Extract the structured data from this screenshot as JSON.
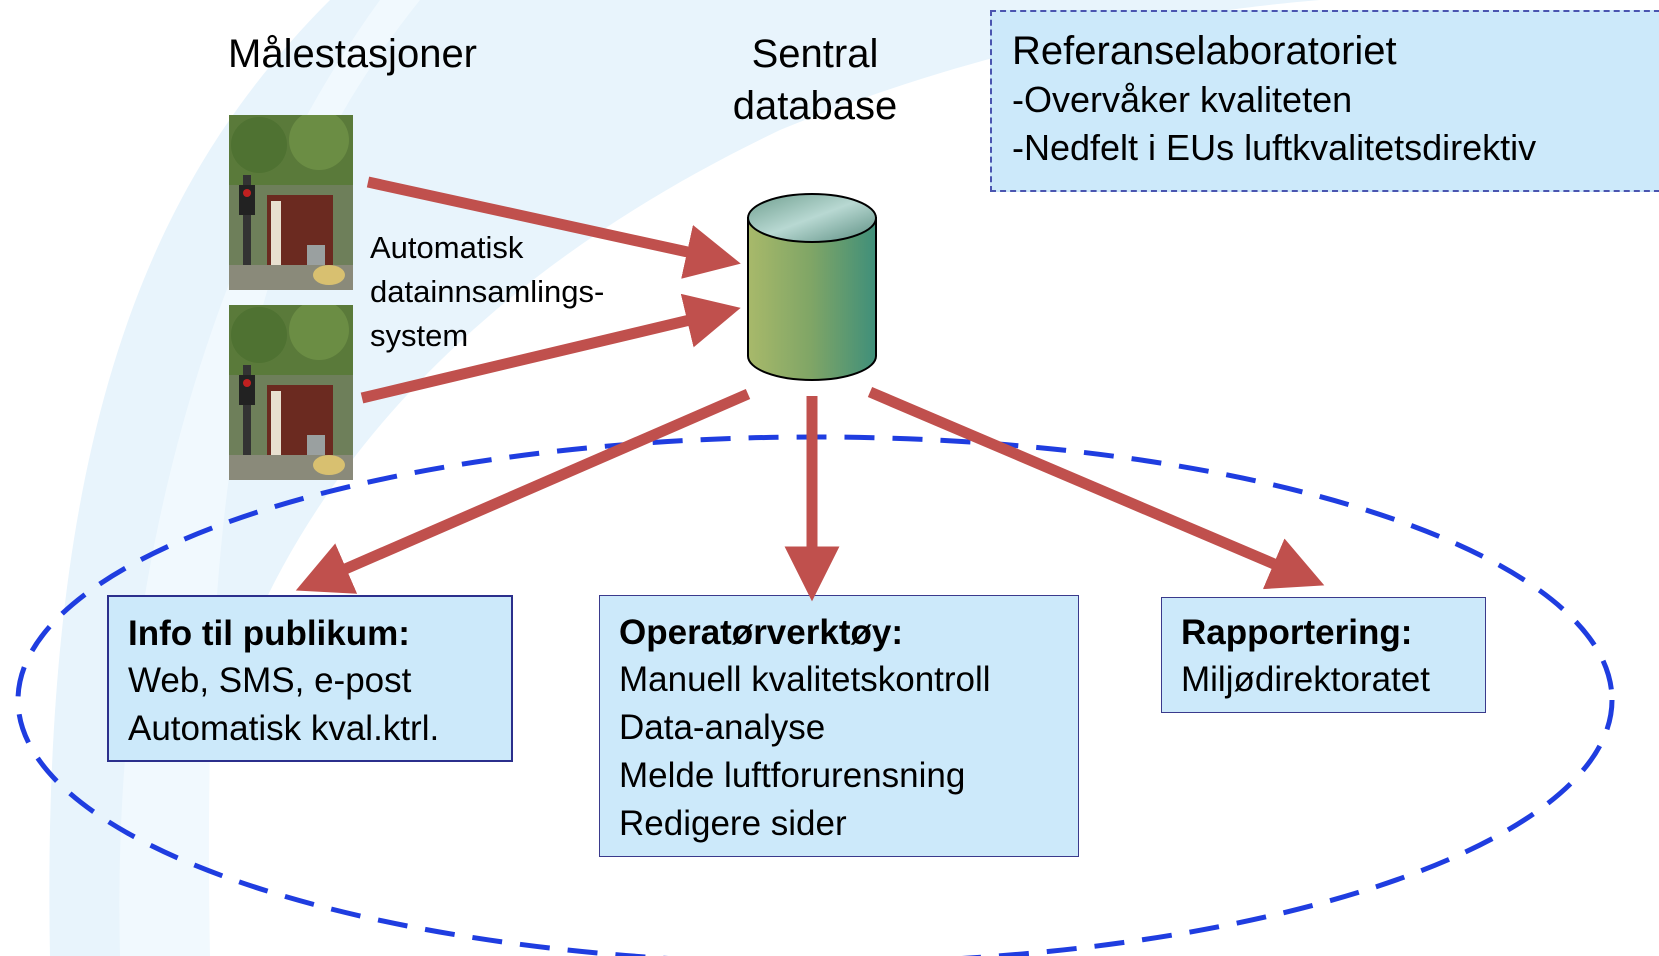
{
  "stations_title": "Målestasjoner",
  "database_title": [
    "Sentral",
    "database"
  ],
  "collection_label": [
    "Automatisk",
    "datainnsamlings-",
    "system"
  ],
  "reference_lab": {
    "title": "Referanselaboratoriet",
    "lines": [
      "-Overvåker kvaliteten",
      "-Nedfelt i EUs luftkvalitetsdirektiv"
    ]
  },
  "info_box": {
    "heading": "Info til publikum:",
    "lines": [
      "Web, SMS, e-post",
      "Automatisk kval.ktrl."
    ]
  },
  "operator_box": {
    "heading": "Operatørverktøy:",
    "lines": [
      "Manuell kvalitetskontroll",
      "Data-analyse",
      "Melde luftforurensning",
      "Redigere sider"
    ]
  },
  "reporting_box": {
    "heading": "Rapportering:",
    "lines": [
      "Miljødirektoratet"
    ]
  },
  "colors": {
    "arrow": "#c0504d",
    "dashed_ellipse": "#1f3de0",
    "box_fill": "#cce9fa",
    "background_swoosh": "#e3f2fc"
  }
}
